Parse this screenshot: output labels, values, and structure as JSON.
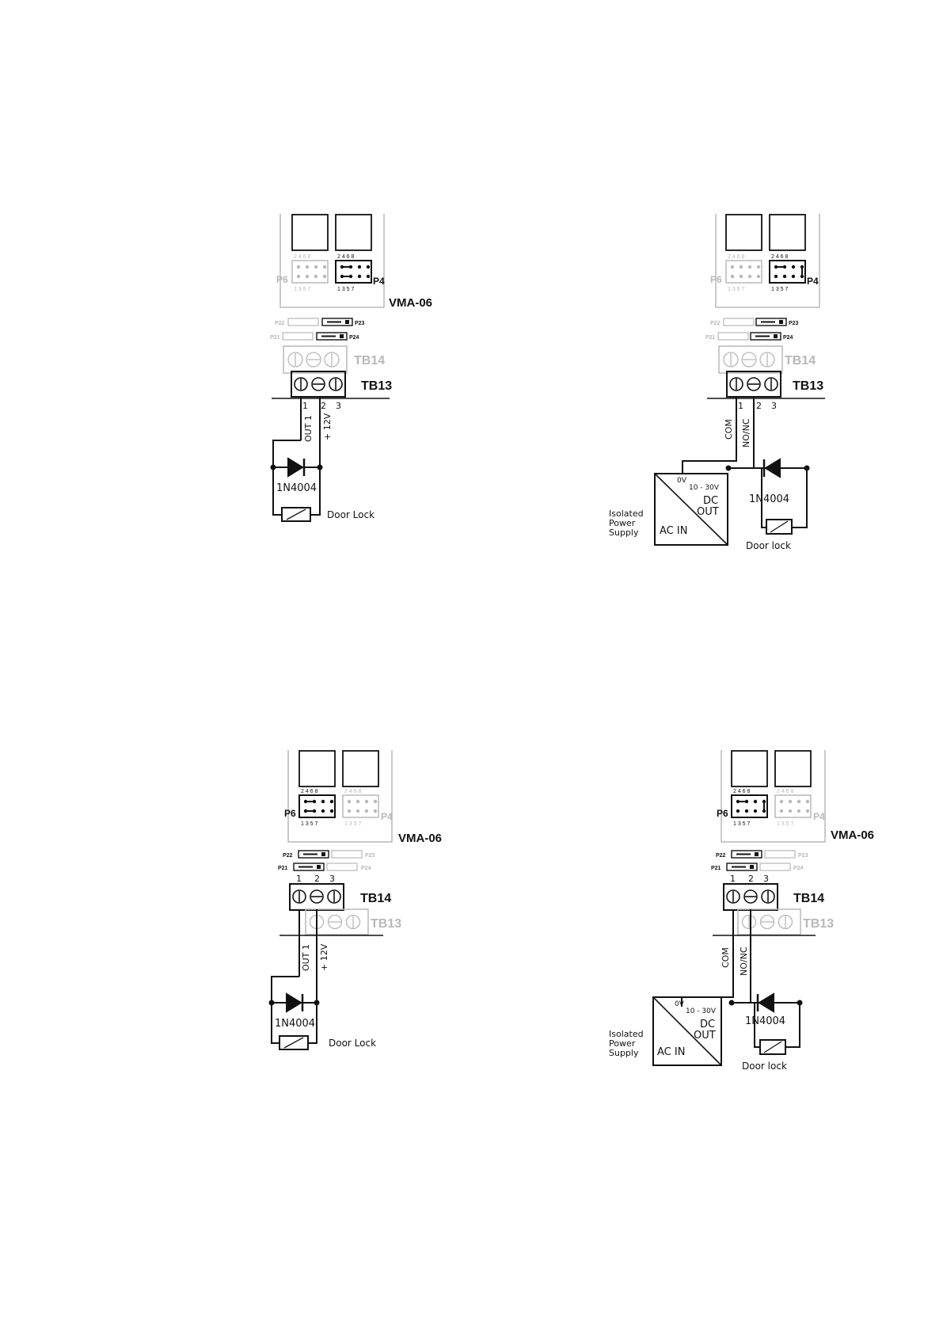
{
  "diagram_1": {
    "p6": "P6",
    "p4": "P4",
    "board": "VMA-06",
    "p22": "P22",
    "p23": "P23",
    "p21": "P21",
    "p24": "P24",
    "tb_inactive": "TB14",
    "tb_active": "TB13",
    "pin_top": "2 4 6 8",
    "pin_bottom": "1 3 5 7",
    "t1": "1",
    "t2": "2",
    "t3": "3",
    "wire1": "OUT 1",
    "wire2": "+ 12V",
    "diode": "1N4004",
    "lock": "Door Lock"
  },
  "diagram_2": {
    "p6": "P6",
    "p4": "P4",
    "p22": "P22",
    "p23": "P23",
    "p21": "P21",
    "p24": "P24",
    "tb_inactive": "TB14",
    "tb_active": "TB13",
    "pin_top": "2 4 6 8",
    "pin_bottom": "1 3 5 7",
    "t1": "1",
    "t2": "2",
    "t3": "3",
    "wire1": "COM",
    "wire2": "NO/NC",
    "ps_0v": "0V",
    "ps_range": "10 - 30V",
    "ps_dc": "DC",
    "ps_out": "OUT",
    "ps_ac": "AC IN",
    "ps_label_1": "Isolated",
    "ps_label_2": "Power",
    "ps_label_3": "Supply",
    "diode": "1N4004",
    "lock": "Door lock"
  },
  "diagram_3": {
    "p6": "P6",
    "p4": "P4",
    "board": "VMA-06",
    "p22": "P22",
    "p23": "P23",
    "p21": "P21",
    "p24": "P24",
    "tb_active": "TB14",
    "tb_inactive": "TB13",
    "pin_top": "2 4 6 8",
    "pin_bottom": "1 3 5 7",
    "t1": "1",
    "t2": "2",
    "t3": "3",
    "wire1": "OUT 1",
    "wire2": "+ 12V",
    "diode": "1N4004",
    "lock": "Door Lock"
  },
  "diagram_4": {
    "p6": "P6",
    "p4": "P4",
    "board": "VMA-06",
    "p22": "P22",
    "p23": "P23",
    "p21": "P21",
    "p24": "P24",
    "tb_active": "TB14",
    "tb_inactive": "TB13",
    "pin_top": "2 4 6 8",
    "pin_bottom": "1 3 5 7",
    "t1": "1",
    "t2": "2",
    "t3": "3",
    "wire1": "COM",
    "wire2": "NO/NC",
    "ps_0v": "0V",
    "ps_range": "10 - 30V",
    "ps_dc": "DC",
    "ps_out": "OUT",
    "ps_ac": "AC IN",
    "ps_label_1": "Isolated",
    "ps_label_2": "Power",
    "ps_label_3": "Supply",
    "diode": "1N4004",
    "lock": "Door lock"
  },
  "colors": {
    "ink": "#111111",
    "inactive": "#b8b8b8"
  }
}
